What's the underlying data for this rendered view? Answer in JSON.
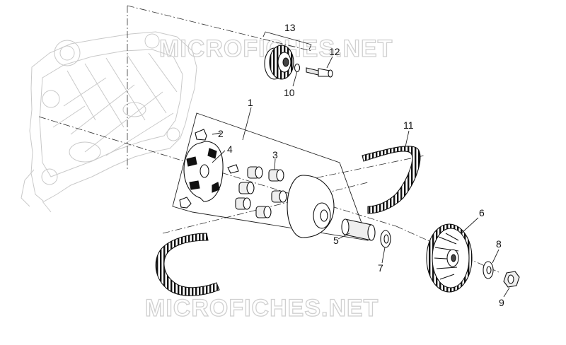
{
  "watermarks": [
    "MICROFICHES.NET",
    "MICROFICHES.NET"
  ],
  "callouts": [
    {
      "id": "p1",
      "label": "1"
    },
    {
      "id": "p2",
      "label": "2"
    },
    {
      "id": "p3",
      "label": "3"
    },
    {
      "id": "p4",
      "label": "4"
    },
    {
      "id": "p5",
      "label": "5"
    },
    {
      "id": "p6",
      "label": "6"
    },
    {
      "id": "p7",
      "label": "7"
    },
    {
      "id": "p8",
      "label": "8"
    },
    {
      "id": "p9",
      "label": "9"
    },
    {
      "id": "p10",
      "label": "10"
    },
    {
      "id": "p11",
      "label": "11"
    },
    {
      "id": "p12",
      "label": "12"
    },
    {
      "id": "p13",
      "label": "13"
    }
  ],
  "colors": {
    "line": "#111111",
    "ghost": "#c9c9c9",
    "watermark": "#d0d0d0",
    "background": "#ffffff"
  }
}
